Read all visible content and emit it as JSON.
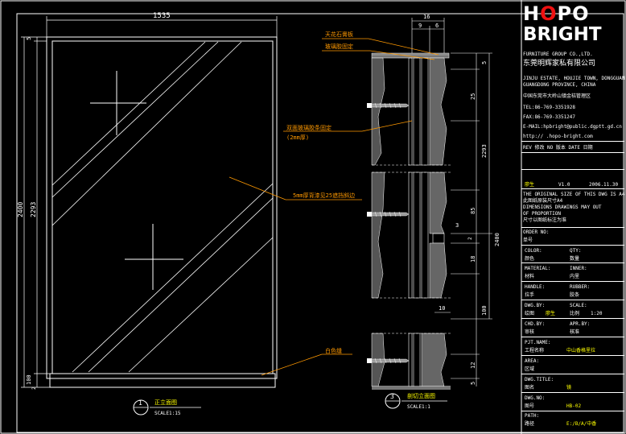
{
  "front_view": {
    "dim_width": "1535",
    "dim_height_total": "2400",
    "dim_height_glass": "2293",
    "dim_top": "5",
    "dim_bottom_100": "100",
    "dim_bottom_2": "2",
    "callout_glass": "5mm厚背漆见25遮挡斜边",
    "callout_gap": "白色缝",
    "title_num": "1",
    "title_name": "正立面图",
    "title_scale": "SCALE1:15"
  },
  "section_view": {
    "dim_top_16": "16",
    "dim_top_9": "9",
    "dim_top_6": "6",
    "dim_5a": "5",
    "dim_25": "25",
    "dim_2293": "2293",
    "dim_85": "85",
    "dim_3": "3",
    "dim_2400": "2400",
    "dim_2": "2",
    "dim_18": "18",
    "dim_100": "100",
    "dim_10": "10",
    "dim_12": "12",
    "dim_5b": "5",
    "callout_1": "天花石膏板",
    "callout_2": "玻璃胶固定",
    "callout_3": "双面玻璃胶条固定",
    "callout_3b": "(2mm厚)",
    "title_num": "3",
    "title_name": "剖切立面图",
    "title_scale": "SCALE1:1"
  },
  "title_block": {
    "logo_line1_a": "H",
    "logo_line1_b": "O",
    "logo_line1_c": "PO",
    "logo_line2": "BRIGHT",
    "company_en": "FURNITURE GROUP CO.,LTD.",
    "company_cn": "东莞明辉家私有限公司",
    "addr_en_1": "JINJU ESTATE, HOUJIE TOWN, DONGGUAN",
    "addr_en_2": "GUANGDONG PROVINCE, CHINA",
    "addr_cn": "中国东莞市大岭山镇金桔管理区",
    "tel": "TEL:86-769-3351928",
    "fax": "FAX:86-769-3351247",
    "email": "E-MAIL:hpbright@public.dgptt.gd.cn",
    "http": "http://  .hopo-bright.com",
    "rev_header": "REV 修改  NO 版本  DATE 日期",
    "by": "廖生",
    "rev": "V1.0",
    "date": "2006.11.30",
    "note_1": "THE ORIGINAL SIZE OF THIS DWG IS A4",
    "note_2": "此图纸原装尺寸A4",
    "note_3": "DIMENSIONS DRAWINGS MAY OUT",
    "note_4": "OF PROPORTION",
    "note_5": "尺寸以图纸标注为准",
    "order_label": "ORDER NO:",
    "order_cn": "单号",
    "color_label": "COLOR:",
    "color_cn": "颜色",
    "qty_label": "QTY:",
    "qty_cn": "数量",
    "material_label": "MATERIAL:",
    "material_cn": "材料",
    "inner_label": "INNER:",
    "inner_cn": "内里",
    "handle_label": "HANDLE:",
    "handle_cn": "拉手",
    "rubber_label": "RUBBER:",
    "rubber_cn": "胶条",
    "dwg_label": "DWG.BY:",
    "dwg_cn": "绘图",
    "dwg_val": "廖生",
    "scale_label": "SCALE:",
    "scale_cn": "比例",
    "scale_val": "1:20",
    "chk_label": "CHD.BY:",
    "chk_cn": "审核",
    "appr_label": "APR.BY:",
    "appr_cn": "核准",
    "pjt_label": "PJT.NAME:",
    "pjt_cn": "工程名称",
    "pjt_val": "中山香格里拉",
    "area_label": "AREA:",
    "area_cn": "区域",
    "title_label": "DWG.TITLE:",
    "title_cn": "图名",
    "title_val": "镜",
    "dwgno_label": "DWG.NO:",
    "dwgno_cn": "图号",
    "dwgno_val": "HB-02",
    "path_label": "PATH:",
    "path_cn": "路径",
    "path_val": "E:/B/A/中香"
  }
}
